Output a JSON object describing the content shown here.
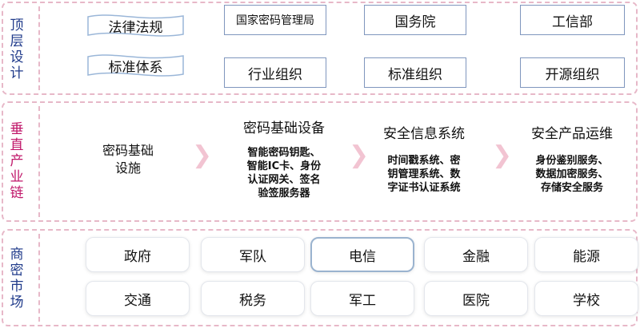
{
  "rows": {
    "top": [
      "顶",
      "层",
      "设",
      "计"
    ],
    "mid": [
      "垂",
      "直",
      "产",
      "业",
      "链"
    ],
    "bot": [
      "商",
      "密",
      "市",
      "场"
    ]
  },
  "top": {
    "policies": [
      "法律法规",
      "标准体系"
    ],
    "row1": [
      "国家密码管理局",
      "国务院",
      "工信部"
    ],
    "row2": [
      "行业组织",
      "标准组织",
      "开源组织"
    ]
  },
  "chain": {
    "root": "密码基础\n设施",
    "stages": [
      {
        "title": "密码基础设备",
        "desc": "智能密码钥匙、\n智能IC卡、身份\n认证网关、签名\n验签服务器"
      },
      {
        "title": "安全信息系统",
        "desc": "时间戳系统、密\n钥管理系统、数\n字证书认证系统"
      },
      {
        "title": "安全产品运维",
        "desc": "身份鉴别服务、\n数据加密服务、\n存储安全服务"
      }
    ]
  },
  "market": {
    "row1": [
      "政府",
      "军队",
      "电信",
      "金融",
      "能源"
    ],
    "row2": [
      "交通",
      "税务",
      "军工",
      "医院",
      "学校"
    ],
    "highlight": "电信"
  },
  "colors": {
    "border_dash": "#e7b8c8",
    "top_label": "#1f3a8a",
    "mid_label": "#c0176a",
    "box_border": "#7f96bd",
    "arrow": "#f2c4d2"
  }
}
